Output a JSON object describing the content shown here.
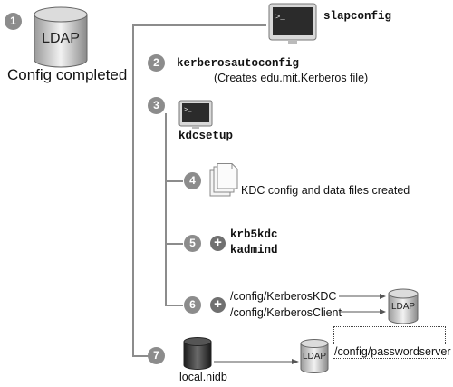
{
  "root": {
    "step": "1",
    "db_label": "LDAP",
    "title": "Config completed"
  },
  "steps": {
    "slapconfig": {
      "command": "slapconfig"
    },
    "s2": {
      "number": "2",
      "command": "kerberosautoconfig",
      "note": "(Creates edu.mit.Kerberos file)"
    },
    "s3": {
      "number": "3",
      "command": "kdcsetup"
    },
    "s4": {
      "number": "4",
      "text": "KDC config and data files created"
    },
    "s5": {
      "number": "5",
      "plus": "+",
      "services": [
        "krb5kdc",
        "kadmind"
      ]
    },
    "s6": {
      "number": "6",
      "plus": "+",
      "paths": [
        "/config/KerberosKDC",
        "/config/KerberosClient"
      ],
      "db_label": "LDAP"
    },
    "s7": {
      "number": "7",
      "source_label": "local.nidb",
      "db_label": "LDAP",
      "node_label": "/config/passwordserver"
    }
  },
  "icons": [
    "database-icon",
    "terminal-icon",
    "documents-icon",
    "plus-icon"
  ]
}
